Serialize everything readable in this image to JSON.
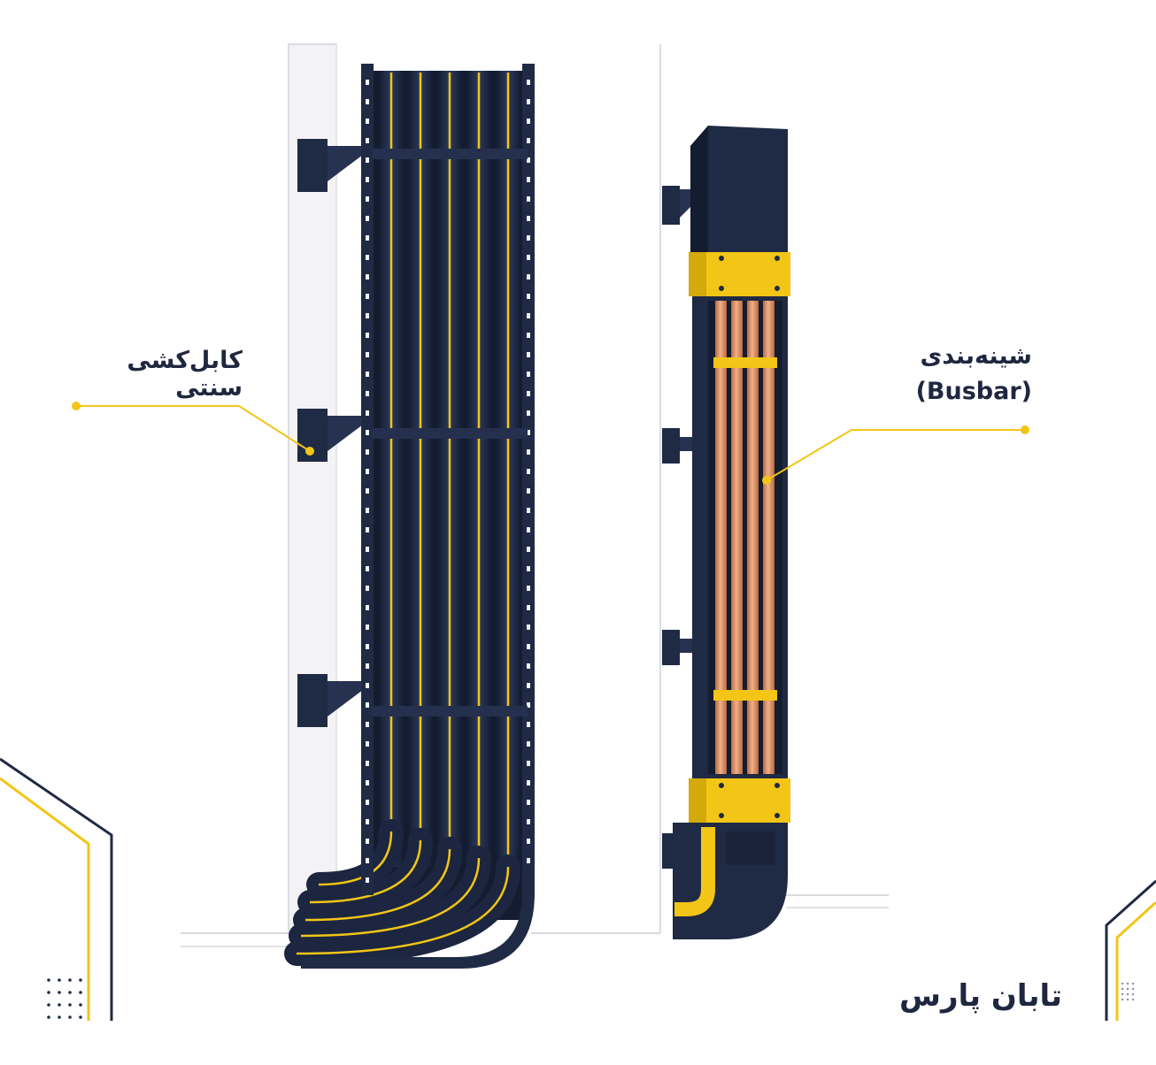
{
  "labels": {
    "traditional_cabling": "کابل‌کشی سنتی",
    "busbar_fa": "شینه‌بندی",
    "busbar_en": "(Busbar)"
  },
  "brand": {
    "name": "تابان پارس"
  },
  "colors": {
    "navy": "#1f2a44",
    "navy_dark": "#141c30",
    "yellow": "#f2c516",
    "copper": "#d98a5c",
    "wall": "#f4f4f6",
    "text": "#1f2740"
  }
}
